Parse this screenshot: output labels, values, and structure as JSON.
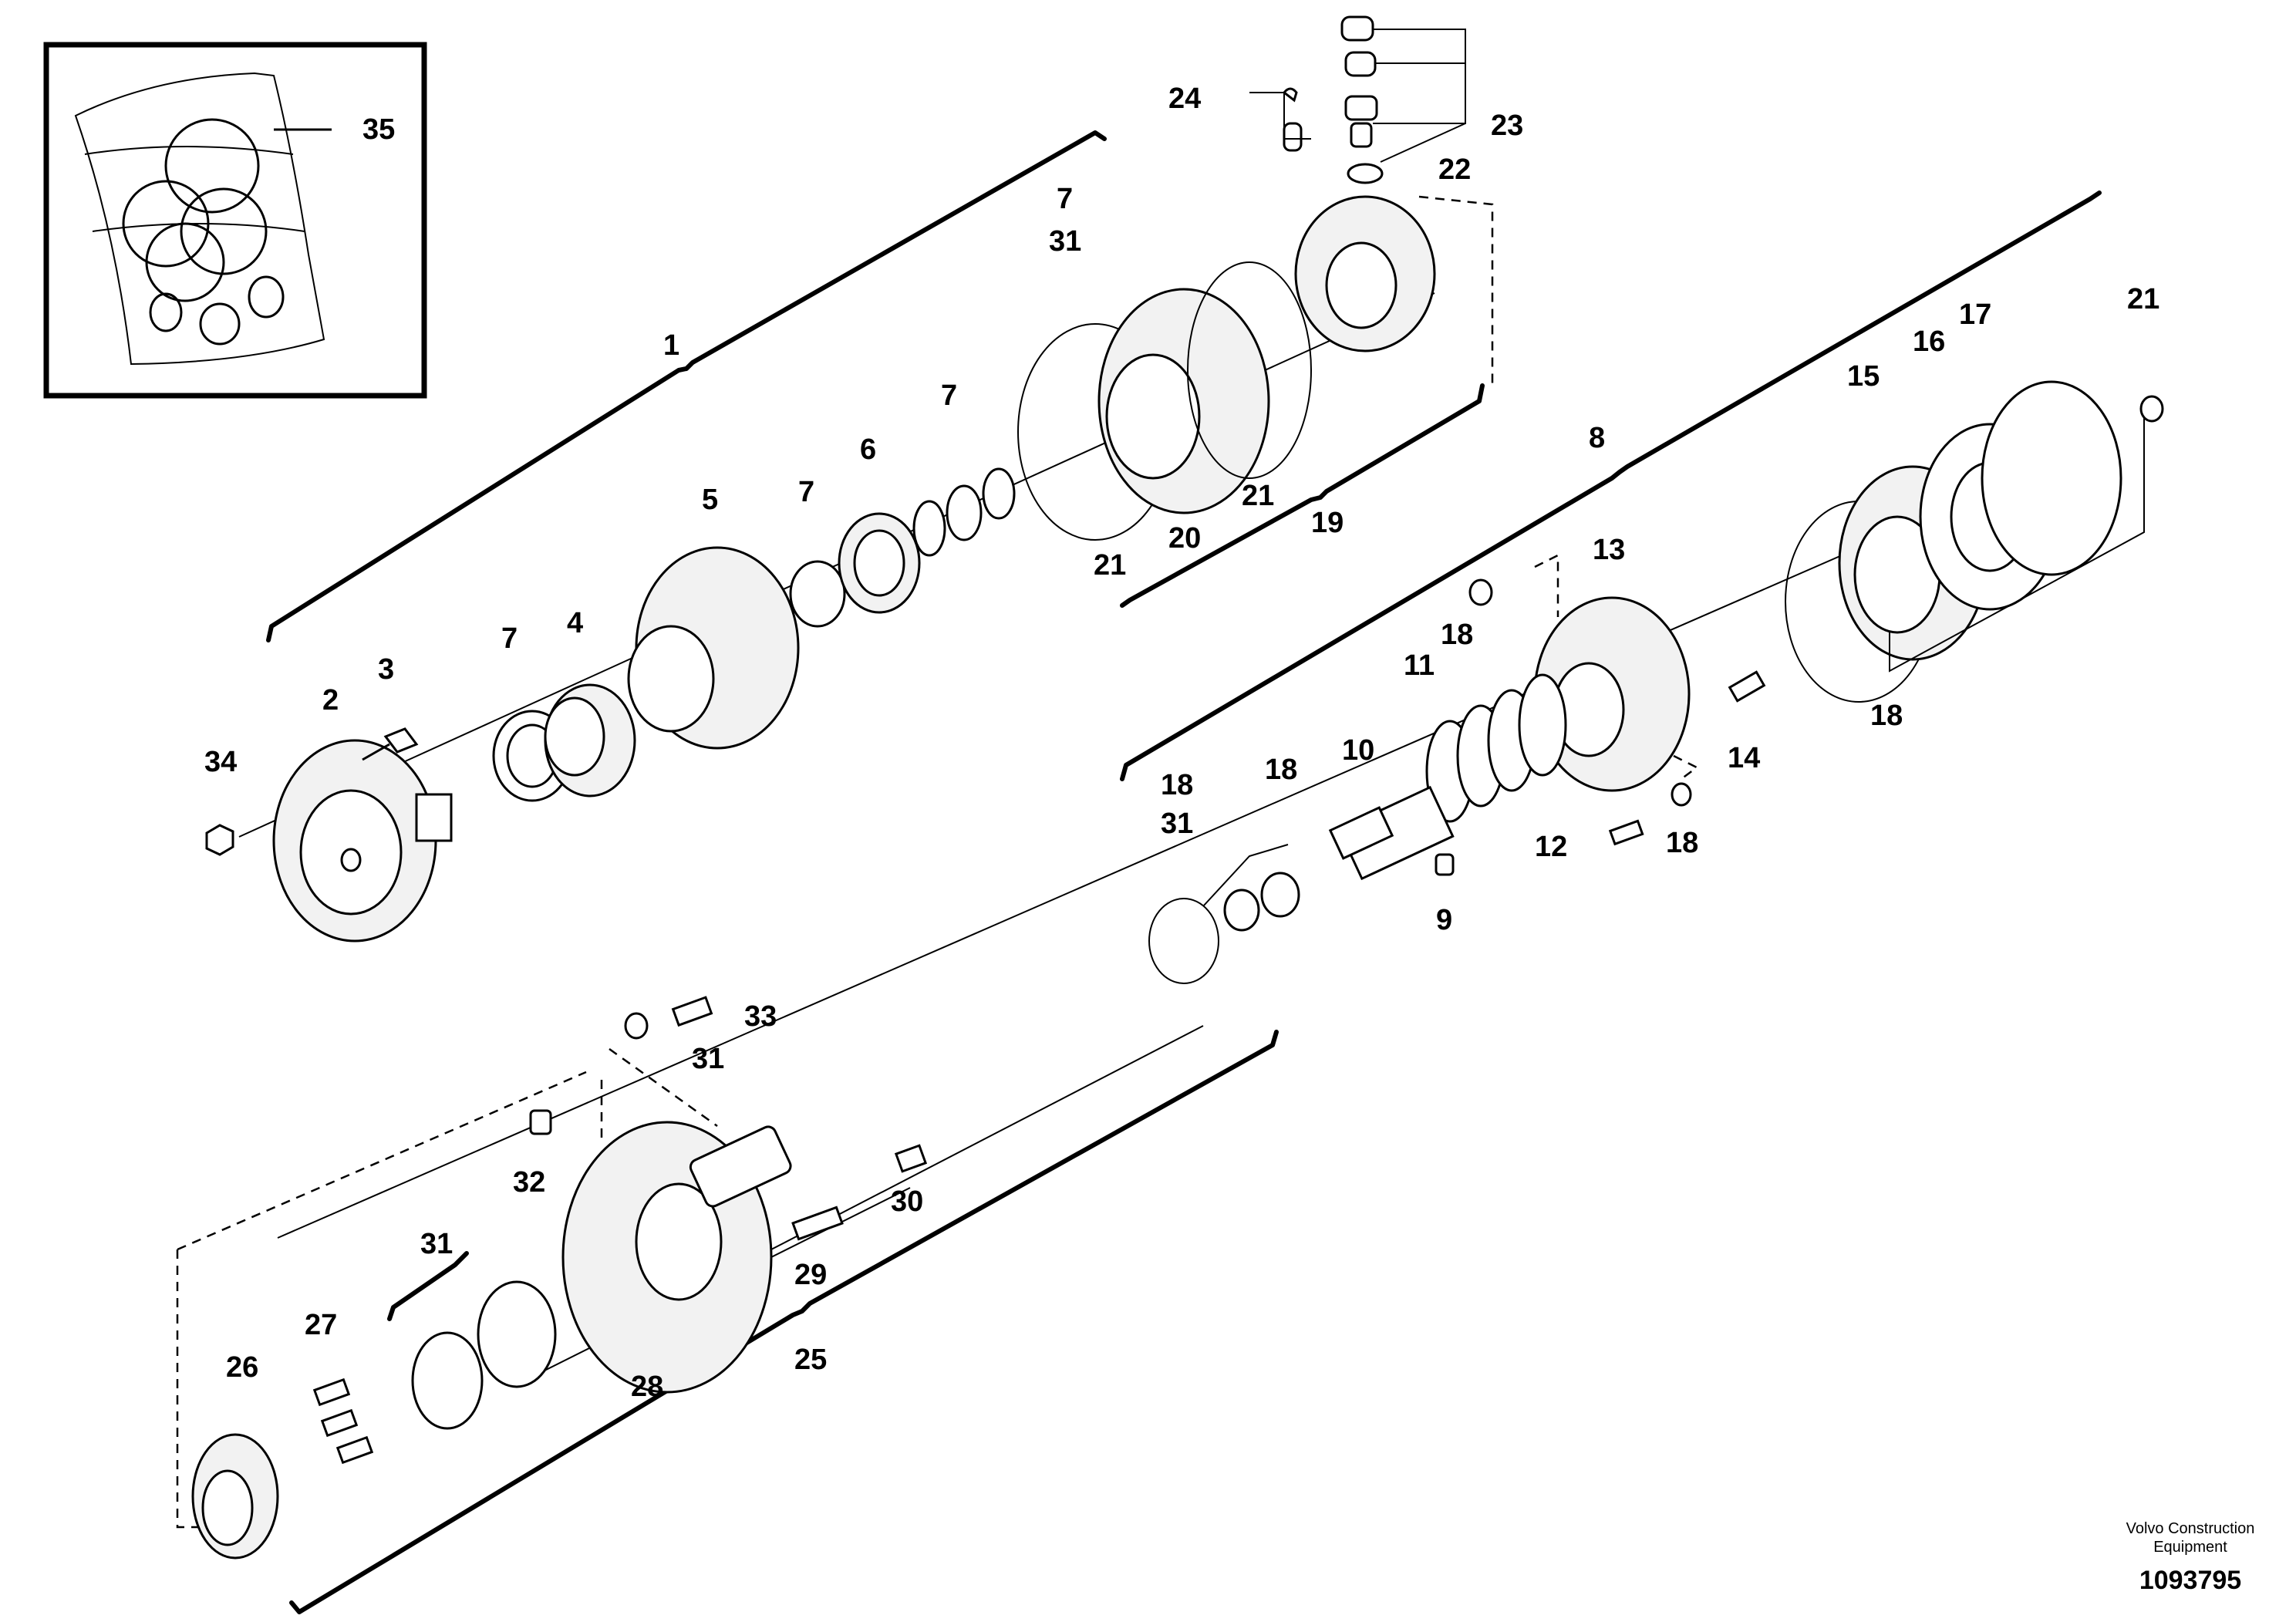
{
  "diagram": {
    "callouts": [
      "1",
      "2",
      "3",
      "4",
      "5",
      "6",
      "7",
      "8",
      "9",
      "10",
      "11",
      "12",
      "13",
      "14",
      "15",
      "16",
      "17",
      "18",
      "19",
      "20",
      "21",
      "22",
      "23",
      "24",
      "25",
      "26",
      "27",
      "28",
      "29",
      "30",
      "31",
      "32",
      "33",
      "34",
      "35"
    ],
    "credit": {
      "line1": "Volvo Construction",
      "line2": "Equipment"
    },
    "document_number": "1093795"
  }
}
